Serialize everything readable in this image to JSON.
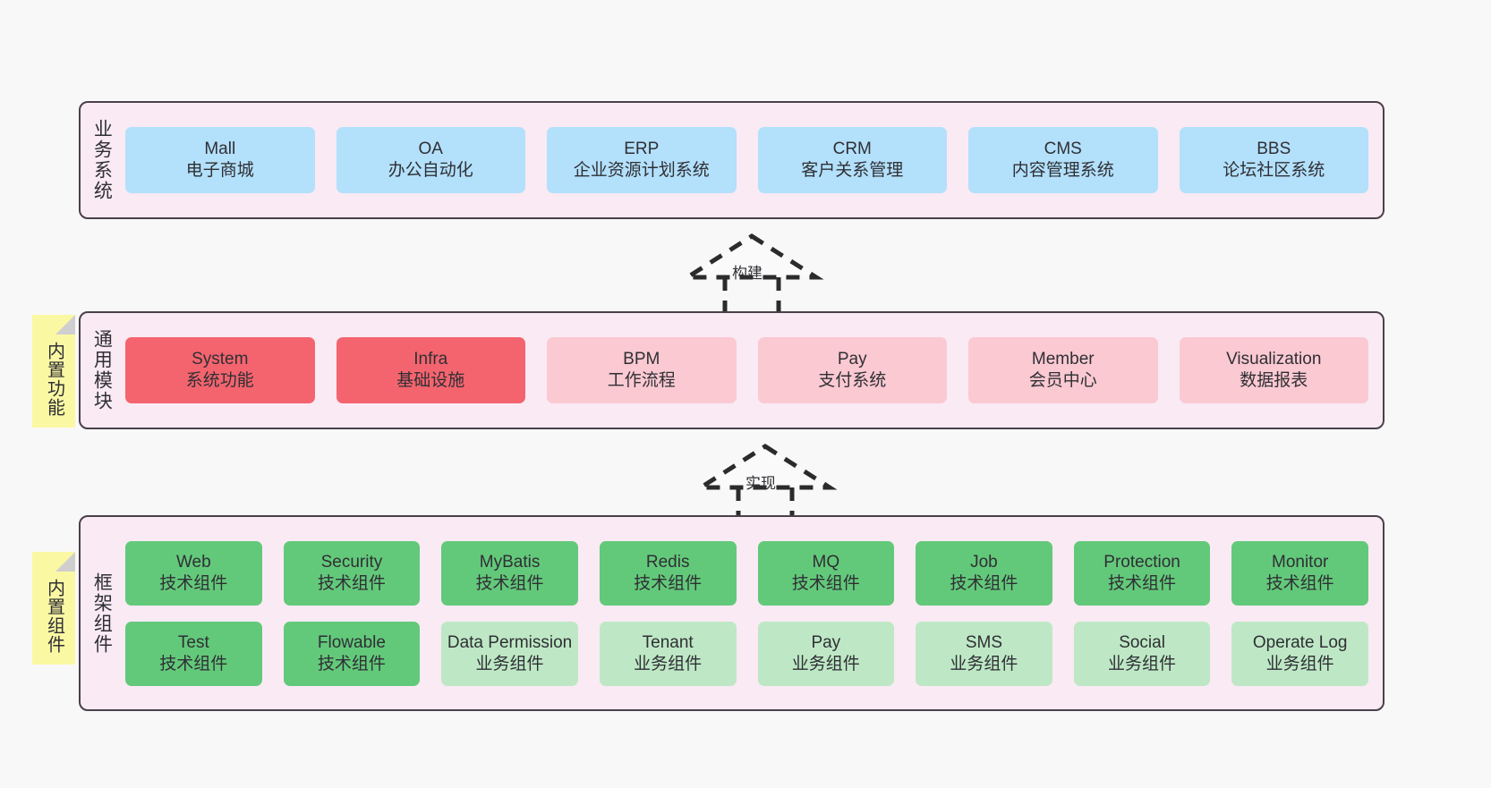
{
  "layers": [
    {
      "key": "business",
      "title": "业务系统",
      "rows": [
        {
          "nodes": [
            {
              "en": "Mall",
              "cn": "电子商城",
              "color": "blue"
            },
            {
              "en": "OA",
              "cn": "办公自动化",
              "color": "blue"
            },
            {
              "en": "ERP",
              "cn": "企业资源计划系统",
              "color": "blue"
            },
            {
              "en": "CRM",
              "cn": "客户关系管理",
              "color": "blue"
            },
            {
              "en": "CMS",
              "cn": "内容管理系统",
              "color": "blue"
            },
            {
              "en": "BBS",
              "cn": "论坛社区系统",
              "color": "blue"
            }
          ]
        }
      ]
    },
    {
      "key": "common",
      "title": "通用模块",
      "rows": [
        {
          "nodes": [
            {
              "en": "System",
              "cn": "系统功能",
              "color": "red"
            },
            {
              "en": "Infra",
              "cn": "基础设施",
              "color": "red"
            },
            {
              "en": "BPM",
              "cn": "工作流程",
              "color": "pink"
            },
            {
              "en": "Pay",
              "cn": "支付系统",
              "color": "pink"
            },
            {
              "en": "Member",
              "cn": "会员中心",
              "color": "pink"
            },
            {
              "en": "Visualization",
              "cn": "数据报表",
              "color": "pink"
            }
          ]
        }
      ]
    },
    {
      "key": "frame",
      "title": "框架组件",
      "rows": [
        {
          "nodes": [
            {
              "en": "Web",
              "cn": "技术组件",
              "color": "green"
            },
            {
              "en": "Security",
              "cn": "技术组件",
              "color": "green"
            },
            {
              "en": "MyBatis",
              "cn": "技术组件",
              "color": "green"
            },
            {
              "en": "Redis",
              "cn": "技术组件",
              "color": "green"
            },
            {
              "en": "MQ",
              "cn": "技术组件",
              "color": "green"
            },
            {
              "en": "Job",
              "cn": "技术组件",
              "color": "green"
            },
            {
              "en": "Protection",
              "cn": "技术组件",
              "color": "green"
            },
            {
              "en": "Monitor",
              "cn": "技术组件",
              "color": "green"
            }
          ]
        },
        {
          "nodes": [
            {
              "en": "Test",
              "cn": "技术组件",
              "color": "green"
            },
            {
              "en": "Flowable",
              "cn": "技术组件",
              "color": "green"
            },
            {
              "en": "Data Permission",
              "cn": "业务组件",
              "color": "lightgreen"
            },
            {
              "en": "Tenant",
              "cn": "业务组件",
              "color": "lightgreen"
            },
            {
              "en": "Pay",
              "cn": "业务组件",
              "color": "lightgreen"
            },
            {
              "en": "SMS",
              "cn": "业务组件",
              "color": "lightgreen"
            },
            {
              "en": "Social",
              "cn": "业务组件",
              "color": "lightgreen"
            },
            {
              "en": "Operate Log",
              "cn": "业务组件",
              "color": "lightgreen"
            }
          ]
        }
      ]
    }
  ],
  "notes": [
    {
      "key": "common",
      "text": "内置功能"
    },
    {
      "key": "frame",
      "text": "内置组件"
    }
  ],
  "arrows": [
    {
      "key": "build",
      "label": "构建"
    },
    {
      "key": "realize",
      "label": "实现"
    }
  ],
  "colors": {
    "canvas_background": "#f8f8f8",
    "layer_background": "#f9eaf4",
    "layer_border": "#4a4049",
    "note_background": "#fbf8a3",
    "note_fold": "#cfcfcf",
    "blue": "#b3e0fb",
    "red": "#f4646e",
    "pink": "#fbc9d2",
    "green": "#63c97a",
    "lightgreen": "#bee8c5",
    "text": "#2f2f35",
    "arrow_stroke": "#2b2b2b"
  }
}
